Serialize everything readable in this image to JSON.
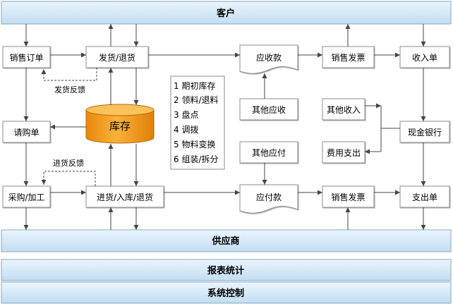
{
  "bars": {
    "customer": "客户",
    "supplier": "供应商",
    "reports": "报表统计",
    "system": "系统控制"
  },
  "sales_row": {
    "sales_order": "销售订单",
    "ship_return": "发货/退货",
    "receivable": "应收款",
    "sales_invoice": "销售发票",
    "income_doc": "收入单"
  },
  "middle": {
    "purchase_request": "请购单",
    "inventory": "库存",
    "other_receivable": "其他应收",
    "other_payable": "其他应付",
    "other_income": "其他收入",
    "expense": "费用支出",
    "cash_bank": "现金银行"
  },
  "inventory_ops": [
    "1 期初库存",
    "2 领料/退料",
    "3 盘点",
    "4 调拨",
    "5 物料变换",
    "6 组装/拆分"
  ],
  "purchase_row": {
    "purchase_process": "采购/加工",
    "receive_return": "进货/入库/退货",
    "payable": "应付款",
    "invoice": "销售发票",
    "payment_doc": "支出单"
  },
  "feedback": {
    "shipping": "发货反馈",
    "receiving": "进货反馈"
  },
  "colors": {
    "bar_light": "#eaf5fd",
    "bar_dark": "#c2ddf1",
    "inventory_orange": "#f7a21b",
    "inventory_top": "#fbc15a",
    "box_border": "#8c8c8c",
    "arrow": "#444444"
  }
}
